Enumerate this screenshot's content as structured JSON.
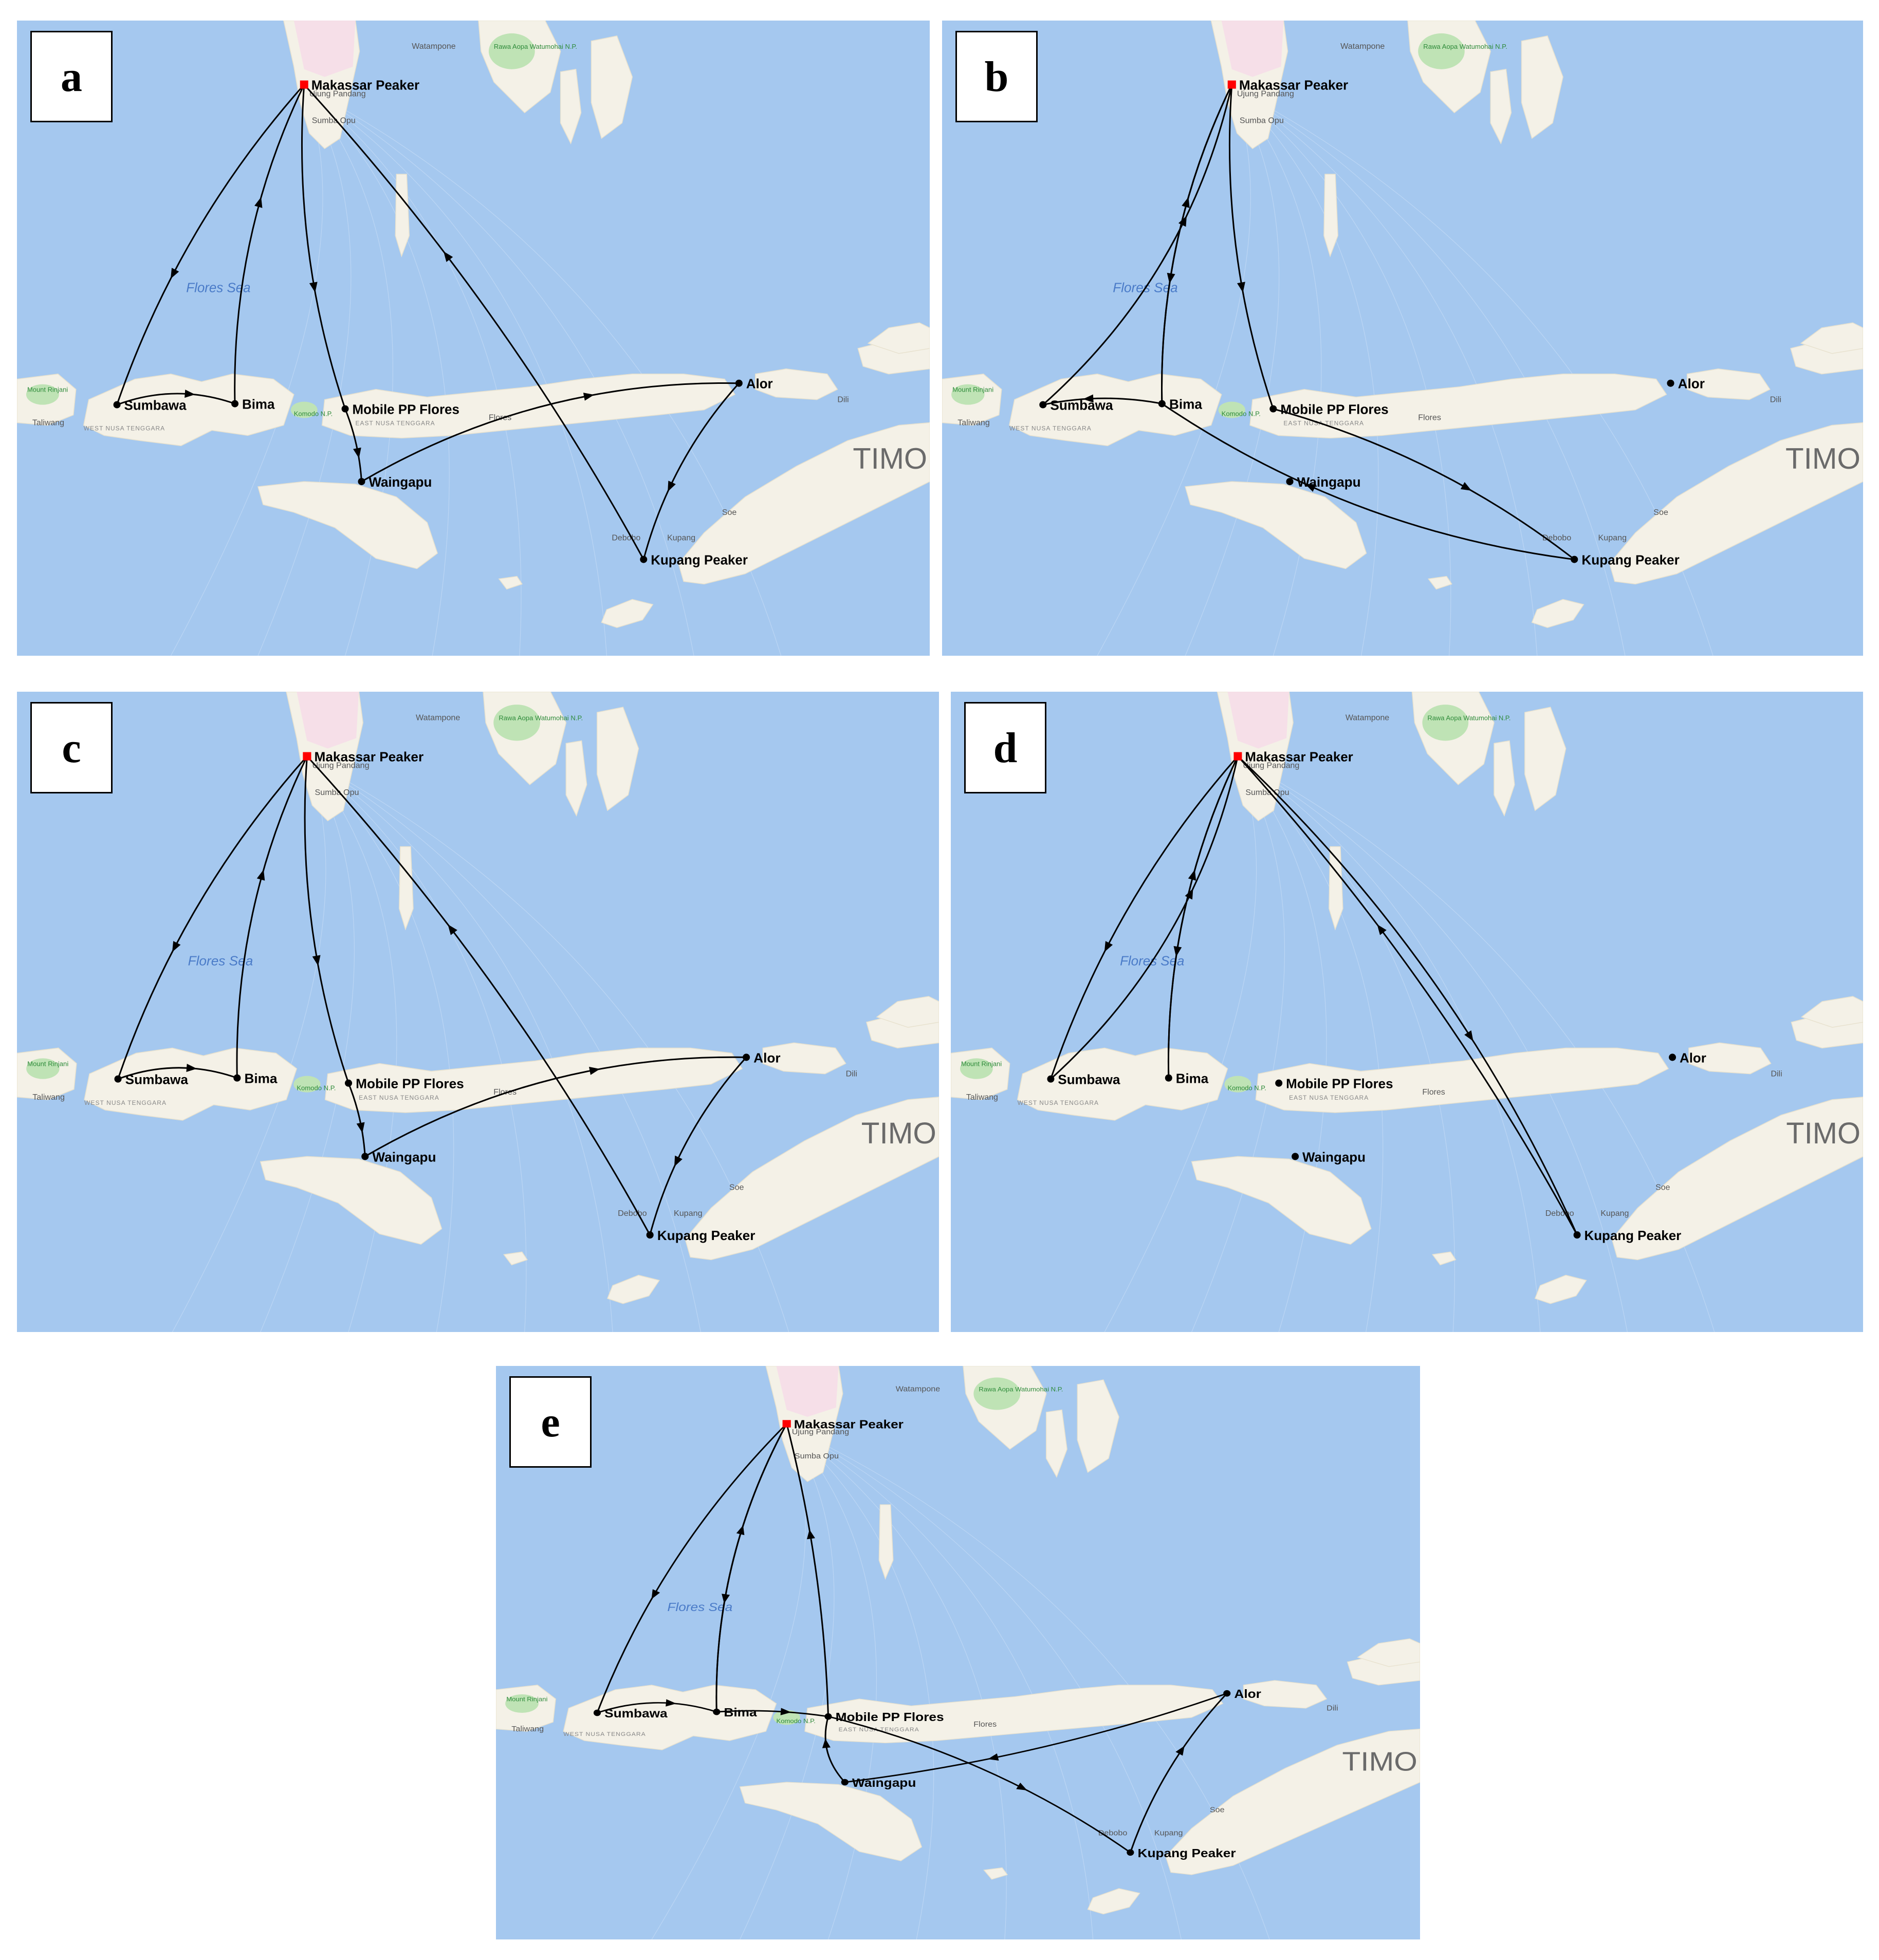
{
  "colors": {
    "sea": "#a5c8ef",
    "land": "#f4f1e7",
    "route": "#000000",
    "base": "#ff0000",
    "park": "#bfe3b5"
  },
  "map_labels": {
    "flores_sea": "Flores Sea",
    "timor": "TIMO",
    "watampone": "Watampone",
    "ujung_pandang": "Ujung Pandang",
    "sumba_opu": "Sumba Opu",
    "rawa_aopa": "Rawa Aopa Watumohai N.P.",
    "mount_rinjani": "Mount Rinjani",
    "taliwang": "Taliwang",
    "west_nusa": "WEST NUSA TENGGARA",
    "east_nusa": "EAST NUSA TENGGARA",
    "komodo": "Komodo N.P.",
    "flores": "Flores",
    "debobo": "Debobo",
    "kupang": "Kupang",
    "soe": "Soe",
    "dili": "Dili"
  },
  "nodes": [
    {
      "id": "makassar",
      "label": "Makassar Peaker",
      "is_base": true
    },
    {
      "id": "sumbawa",
      "label": "Sumbawa"
    },
    {
      "id": "bima",
      "label": "Bima"
    },
    {
      "id": "flores",
      "label": "Mobile PP Flores"
    },
    {
      "id": "waingapu",
      "label": "Waingapu"
    },
    {
      "id": "alor",
      "label": "Alor"
    },
    {
      "id": "kupang",
      "label": "Kupang Peaker"
    }
  ],
  "panels": [
    {
      "letter": "a",
      "routes": [
        [
          "makassar",
          "sumbawa"
        ],
        [
          "sumbawa",
          "bima"
        ],
        [
          "bima",
          "makassar"
        ],
        [
          "makassar",
          "flores"
        ],
        [
          "flores",
          "waingapu"
        ],
        [
          "waingapu",
          "alor"
        ],
        [
          "alor",
          "kupang"
        ],
        [
          "kupang",
          "makassar"
        ]
      ]
    },
    {
      "letter": "b",
      "routes": [
        [
          "sumbawa",
          "makassar"
        ],
        [
          "makassar",
          "bima"
        ],
        [
          "bima",
          "makassar"
        ],
        [
          "makassar",
          "flores"
        ],
        [
          "flores",
          "kupang"
        ],
        [
          "kupang",
          "bima"
        ],
        [
          "bima",
          "sumbawa"
        ]
      ]
    },
    {
      "letter": "c",
      "routes": [
        [
          "makassar",
          "sumbawa"
        ],
        [
          "sumbawa",
          "bima"
        ],
        [
          "bima",
          "makassar"
        ],
        [
          "makassar",
          "flores"
        ],
        [
          "flores",
          "waingapu"
        ],
        [
          "waingapu",
          "alor"
        ],
        [
          "alor",
          "kupang"
        ],
        [
          "kupang",
          "makassar"
        ]
      ]
    },
    {
      "letter": "d",
      "routes": [
        [
          "sumbawa",
          "makassar"
        ],
        [
          "makassar",
          "sumbawa"
        ],
        [
          "bima",
          "makassar"
        ],
        [
          "makassar",
          "bima"
        ],
        [
          "makassar",
          "kupang"
        ],
        [
          "kupang",
          "makassar"
        ]
      ]
    },
    {
      "letter": "e",
      "routes": [
        [
          "makassar",
          "sumbawa"
        ],
        [
          "sumbawa",
          "bima"
        ],
        [
          "bima",
          "makassar"
        ],
        [
          "makassar",
          "bima"
        ],
        [
          "bima",
          "flores"
        ],
        [
          "flores",
          "kupang"
        ],
        [
          "kupang",
          "alor"
        ],
        [
          "alor",
          "waingapu"
        ],
        [
          "waingapu",
          "flores"
        ],
        [
          "flores",
          "makassar"
        ]
      ]
    }
  ]
}
